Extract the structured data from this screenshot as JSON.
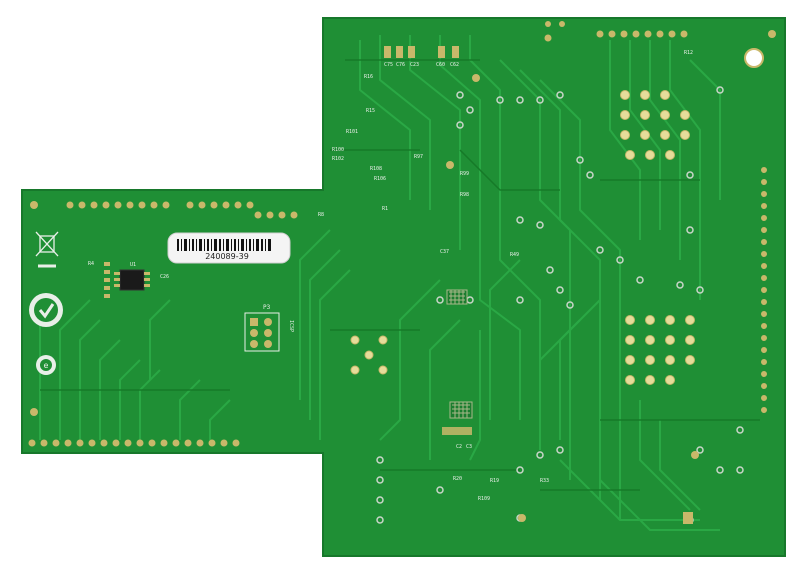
{
  "image": {
    "subject": "pcb-bottom-side",
    "colors": {
      "background": "#ffffff",
      "board": "#1f8f35",
      "board_edge": "#17782b",
      "trace": "#2aa845",
      "trace_dark": "#167a28",
      "silkscreen": "#e8efe8",
      "pad": "#c9b86a",
      "pad_light": "#e6dc9a"
    }
  },
  "label": {
    "part_number": "240089-39"
  },
  "silkscreen": {
    "connector_p3": "P3",
    "icsp": "ICSP",
    "ic_u1": "U1",
    "cap_c26": "C26",
    "ref_r15": "R15",
    "ref_r16": "R16",
    "ref_r101": "R101",
    "ref_r100": "R100",
    "ref_r102": "R102",
    "ref_r108": "R108",
    "ref_r106": "R106",
    "ref_r97": "R97",
    "ref_r99": "R99",
    "ref_r98": "R98",
    "ref_r12": "R12",
    "ref_r8": "R8",
    "ref_r1": "R1",
    "ref_r49": "R49",
    "ref_r20": "R20",
    "ref_r19": "R19",
    "ref_r109": "R109",
    "ref_r33": "R33",
    "ref_c2": "C2",
    "ref_c3": "C3",
    "ref_c75": "C75",
    "ref_c76": "C76",
    "ref_c23": "C23",
    "ref_c60": "C60",
    "ref_c62": "C62",
    "ref_c37": "C37",
    "ref_r4": "R4"
  },
  "logos": {
    "weee": "weee-crossed-bin",
    "rohs": "RoHS compliant",
    "recycle": "recycle-e"
  }
}
